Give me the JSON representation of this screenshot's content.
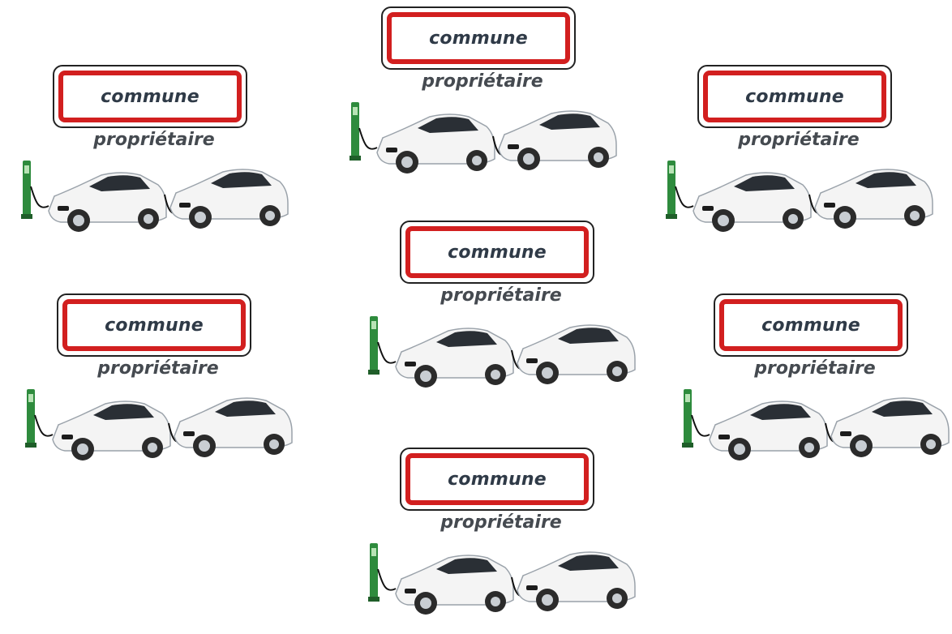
{
  "groups": [
    {
      "sign": "commune",
      "label": "propriétaire"
    },
    {
      "sign": "commune",
      "label": "propriétaire"
    },
    {
      "sign": "commune",
      "label": "propriétaire"
    },
    {
      "sign": "commune",
      "label": "propriétaire"
    },
    {
      "sign": "commune",
      "label": "propriétaire"
    },
    {
      "sign": "commune",
      "label": "propriétaire"
    },
    {
      "sign": "commune",
      "label": "propriétaire"
    }
  ],
  "colors": {
    "sign_border": "#d21f1f",
    "charger": "#2e8b3d",
    "car_body": "#f4f4f4"
  },
  "icons": [
    "charging-station-icon",
    "electric-car-icon"
  ]
}
